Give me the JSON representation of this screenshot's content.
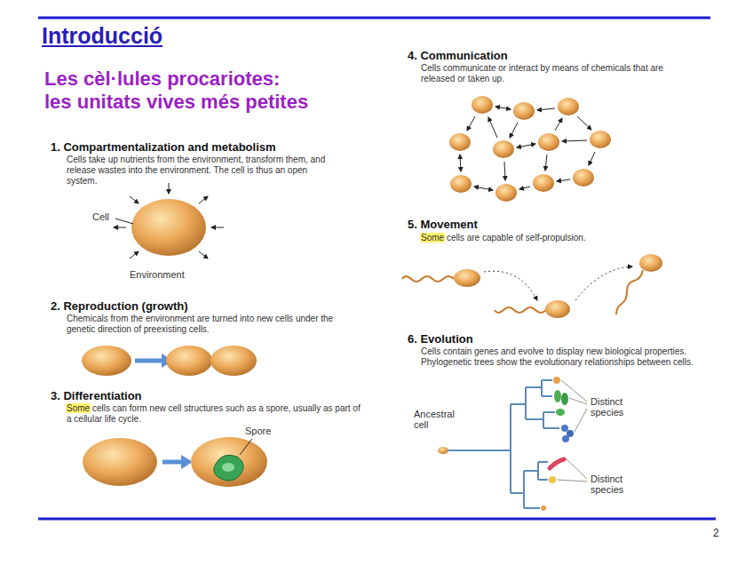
{
  "diagram": {
    "title": "Introducció",
    "labels": [
      "Les cèl·lules procariotes: les unitats vives més petites",
      "1. Compartmentalization and metabolism",
      "Cells take up nutrients from the environment, transform them, and release wastes into the environment. The cell is thus an open system.",
      "Cell",
      "Environment",
      "2. Reproduction (growth)",
      "Chemicals from the environment are turned into new cells under the genetic direction of preexisting cells.",
      "3. Differentiation",
      "Some cells can form new cell structures such as a spore, usually as part of a cellular life cycle.",
      "Spore",
      "4. Communication",
      "Cells communicate or interact by means of chemicals that are released or taken up.",
      "5. Movement",
      "Some cells are capable of self-propulsion.",
      "6. Evolution",
      "Cells contain genes and evolve to display new biological properties. Phylogenetic trees show the evolutionary relationships between cells.",
      "Ancestral cell",
      "Distinct species",
      "Distinct species",
      "2"
    ]
  }
}
